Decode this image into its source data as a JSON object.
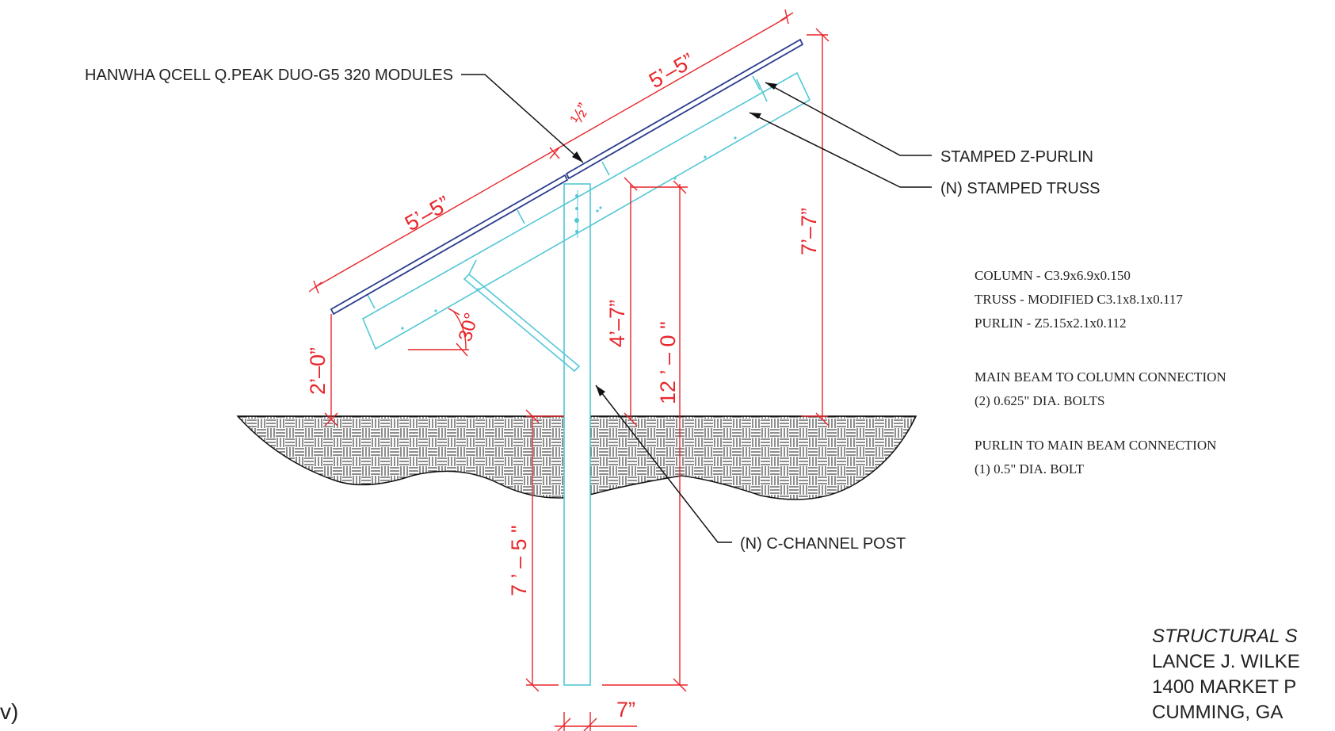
{
  "callouts": {
    "modules": "HANWHA QCELL Q.PEAK DUO-G5 320 MODULES",
    "purlin": "STAMPED Z-PURLIN",
    "truss": "(N) STAMPED TRUSS",
    "post": "(N) C-CHANNEL POST"
  },
  "dimensions": {
    "module_upper": "5’–5”",
    "module_lower": "5’–5”",
    "module_gap": "½”",
    "front_height": "2’–0”",
    "rear_height": "7’–7”",
    "brace_to_column": "4’–7”",
    "post_total": "12 ’ – 0 \"",
    "embed_depth": "7 ’ – 5 \"",
    "post_width": "7”",
    "tilt_angle": "30°"
  },
  "specs": {
    "column": "COLUMN - C3.9x6.9x0.150",
    "truss": "TRUSS - MODIFIED C3.1x8.1x0.117",
    "purlin": "PURLIN - Z5.15x2.1x0.112",
    "beam_conn_title": "MAIN BEAM TO COLUMN CONNECTION",
    "beam_conn_bolts": "(2) 0.625\" DIA. BOLTS",
    "purlin_conn_title": "PURLIN TO MAIN BEAM CONNECTION",
    "purlin_conn_bolts": "(1) 0.5\" DIA. BOLT"
  },
  "credit": {
    "title": "STRUCTURAL S",
    "line1": "LANCE J. WILKE",
    "line2": "1400 MARKET P",
    "line3": "CUMMING, GA"
  },
  "left_fragment": "v)",
  "colors": {
    "dimension": "#e8262b",
    "steel": "#52c7d6",
    "module": "#2b3d8f",
    "ink": "#222222"
  }
}
